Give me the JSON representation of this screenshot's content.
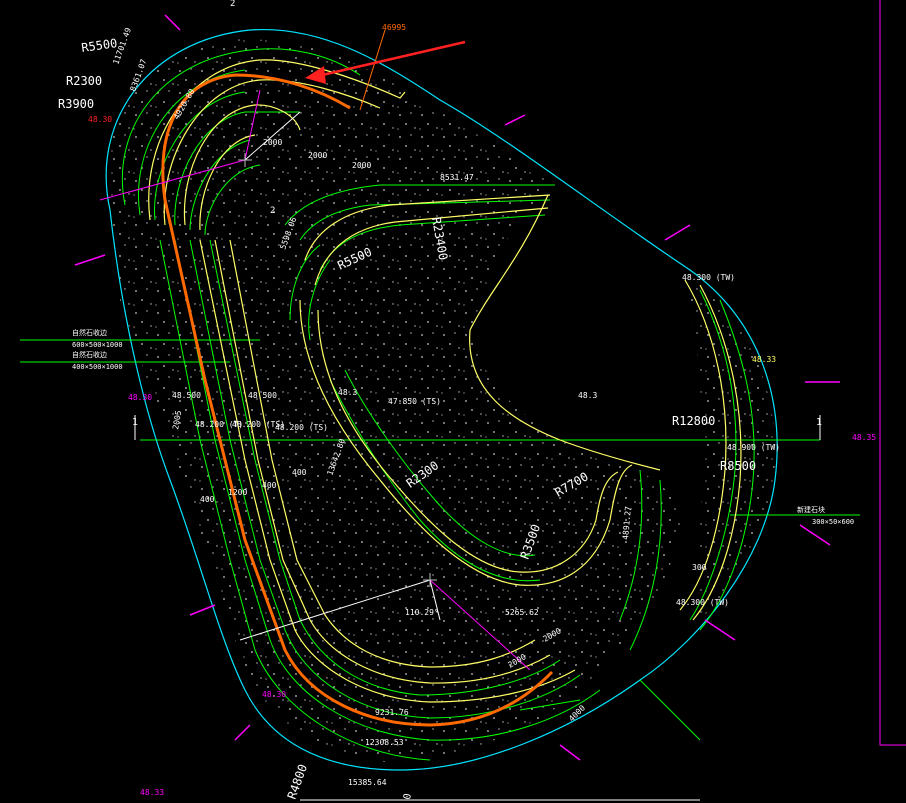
{
  "drawing": {
    "colors": {
      "background": "#000000",
      "outline": "#00e5ff",
      "green": "#00ff00",
      "yellow": "#ffff66",
      "orange": "#ff6a00",
      "magenta": "#ff00ff",
      "red": "#ff2020",
      "white": "#ffffff",
      "hatch": "#c8c8c8"
    },
    "labels": {
      "r5500_top": "R5500",
      "r2300": "R2300",
      "r3900": "R3900",
      "r2300_b": "R2300",
      "r5500_mid": "R5500",
      "r12800": "R12800",
      "r23400": "R23400",
      "r7700": "R7700",
      "r3500": "R3500",
      "r8500": "R8500",
      "r4800": "R4800",
      "dim_11701": "11701.49",
      "dim_8361": "8361.07",
      "dim_4920": "4920.80",
      "dim_2000_a": "2000",
      "dim_2000_b": "2000",
      "dim_2000_c": "2000",
      "dim_8531": "8531.47",
      "dim_5598": "5598.06",
      "dim_6995": "46995",
      "dim_2_top": "2",
      "dim_2_mid": "2",
      "sec_1_left": "1",
      "sec_1_right": "1",
      "el_48_30_left": "48.30",
      "el_48_30_bottom": "48.30",
      "el_48_33_right": "48.33",
      "el_48_33_bottom": "48.33",
      "el_48_35": "48.35",
      "el_48_30_top": "48.30",
      "el_48_3": "48.3",
      "el_48_3b": "48.3",
      "el_47_850": "47.850 (TS)",
      "el_48_500_a": "48.500",
      "el_48_500_b": "48.500",
      "el_48_200_a": "48.200 (T)",
      "el_48_200_b": "48.200 (TS)",
      "el_48_200_c": "48.200 (TS)",
      "el_48_300_tw": "48.300 (TW)",
      "el_48_900_tw": "48.900 (TW)",
      "el_48_300_tw2": "48.300 (TW)",
      "d_400": "400",
      "d_1200": "1200",
      "d_400b": "400",
      "d_400c": "400",
      "d_2005": "2005",
      "d_13642": "13642.80",
      "d_300": "300",
      "d_4891": "4891.27",
      "d_110": "110.29°",
      "d_5265": "5265.62",
      "d_2000_d": "2000",
      "d_2000_e": "2000",
      "d_9231": "9231.76",
      "d_12308": "12308.53",
      "d_15385": "15385.64",
      "d_4000": "4000",
      "d_0": "0",
      "note_left_1": "自然石收边",
      "note_left_2": "600×500×1000",
      "note_left_3": "自然石收边",
      "note_left_4": "400×500×1000",
      "note_right_1": "新建石块",
      "note_right_2": "300×50×600"
    }
  }
}
